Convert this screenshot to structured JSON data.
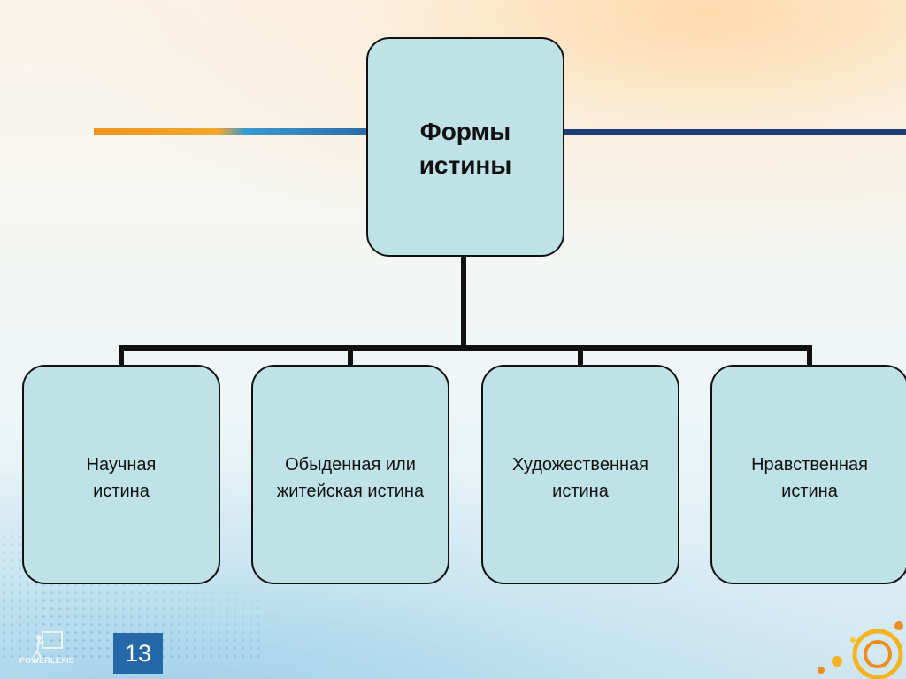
{
  "diagram": {
    "root": {
      "label": "Формы\nистины"
    },
    "children": [
      {
        "label": "Научная\nистина"
      },
      {
        "label": "Обыденная или\nжитейская истина"
      },
      {
        "label": "Художественная\nистина"
      },
      {
        "label": "Нравственная\nистина"
      }
    ]
  },
  "footer": {
    "logo_text": "POWERLEXIS",
    "page_number": "13"
  }
}
